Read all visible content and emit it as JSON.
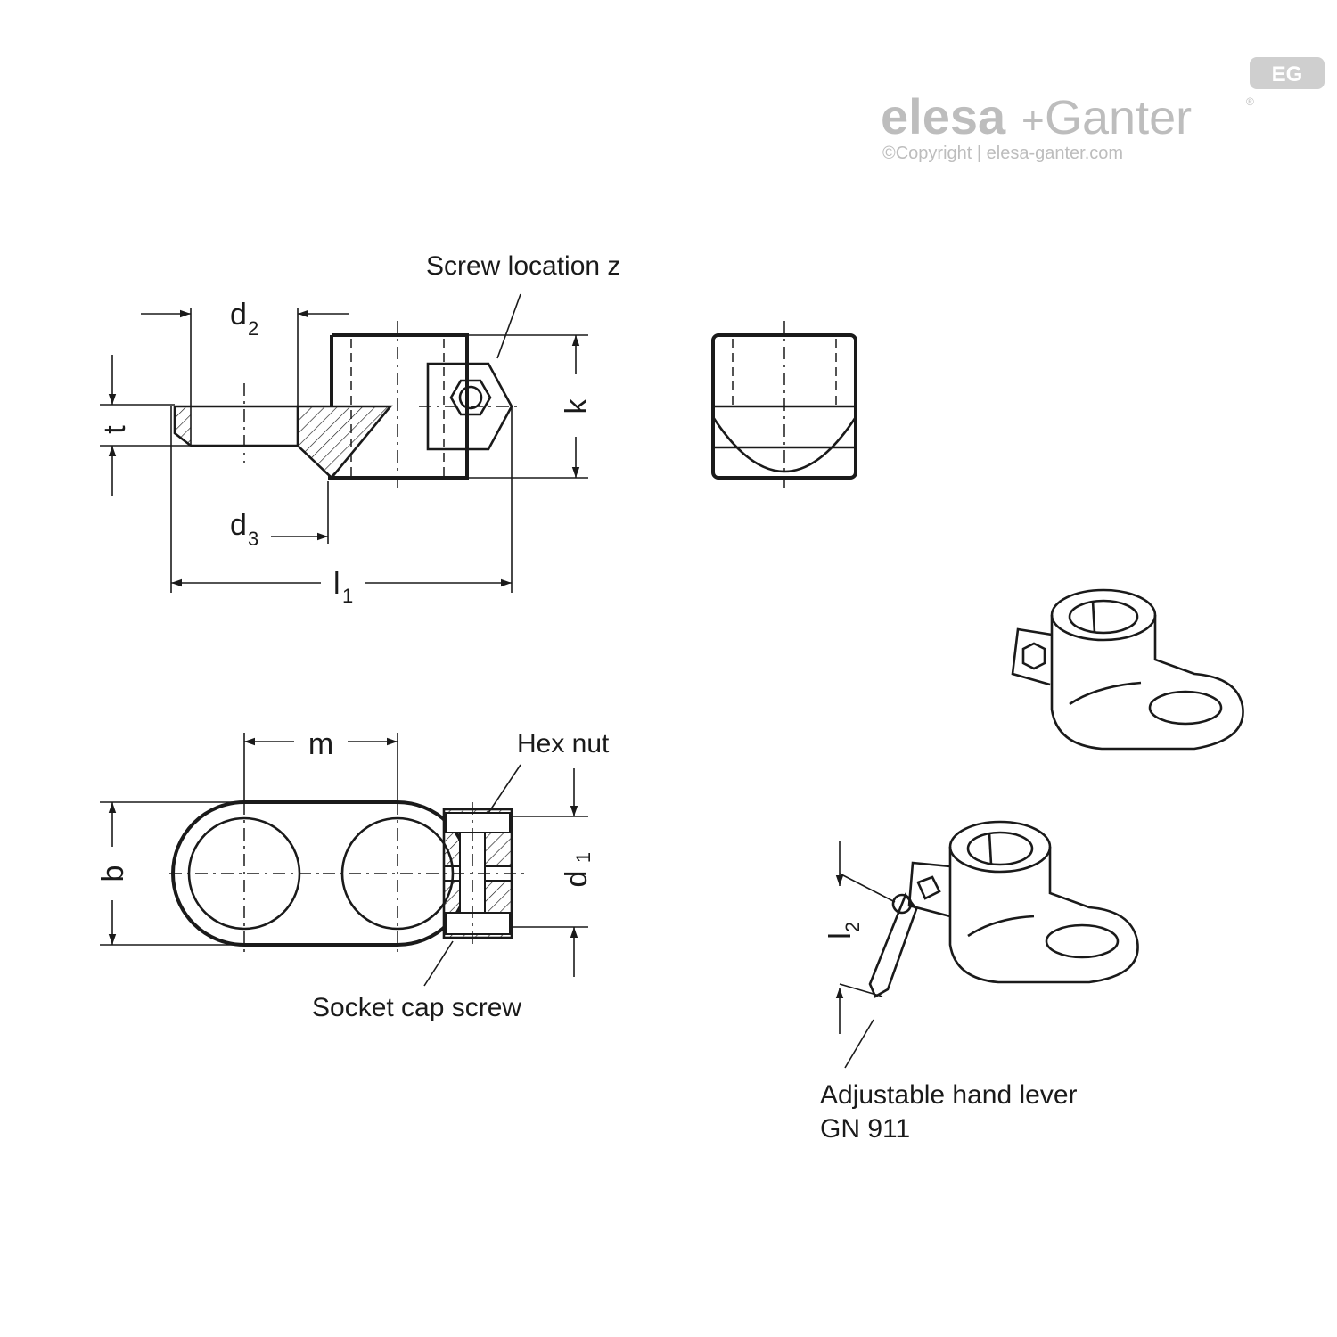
{
  "brand": {
    "logo_left": "elesa",
    "logo_plus": "+",
    "logo_right": "Ganter",
    "registered": "®",
    "badge": "EG",
    "copyright": "©Copyright | elesa-ganter.com",
    "logo_color": "#bdbdbd"
  },
  "labels": {
    "screw_location": "Screw location z",
    "hex_nut": "Hex nut",
    "socket_cap_screw": "Socket cap screw",
    "hand_lever_line1": "Adjustable hand lever",
    "hand_lever_line2": "GN 911"
  },
  "dimensions": {
    "d2": "d",
    "d2_sub": "2",
    "d3": "d",
    "d3_sub": "3",
    "l1": "l",
    "l1_sub": "1",
    "l2": "l",
    "l2_sub": "2",
    "d1": "d",
    "d1_sub": "1",
    "t": "t",
    "k": "k",
    "m": "m",
    "b": "b"
  },
  "colors": {
    "line": "#1a1a1a",
    "background": "#ffffff"
  }
}
